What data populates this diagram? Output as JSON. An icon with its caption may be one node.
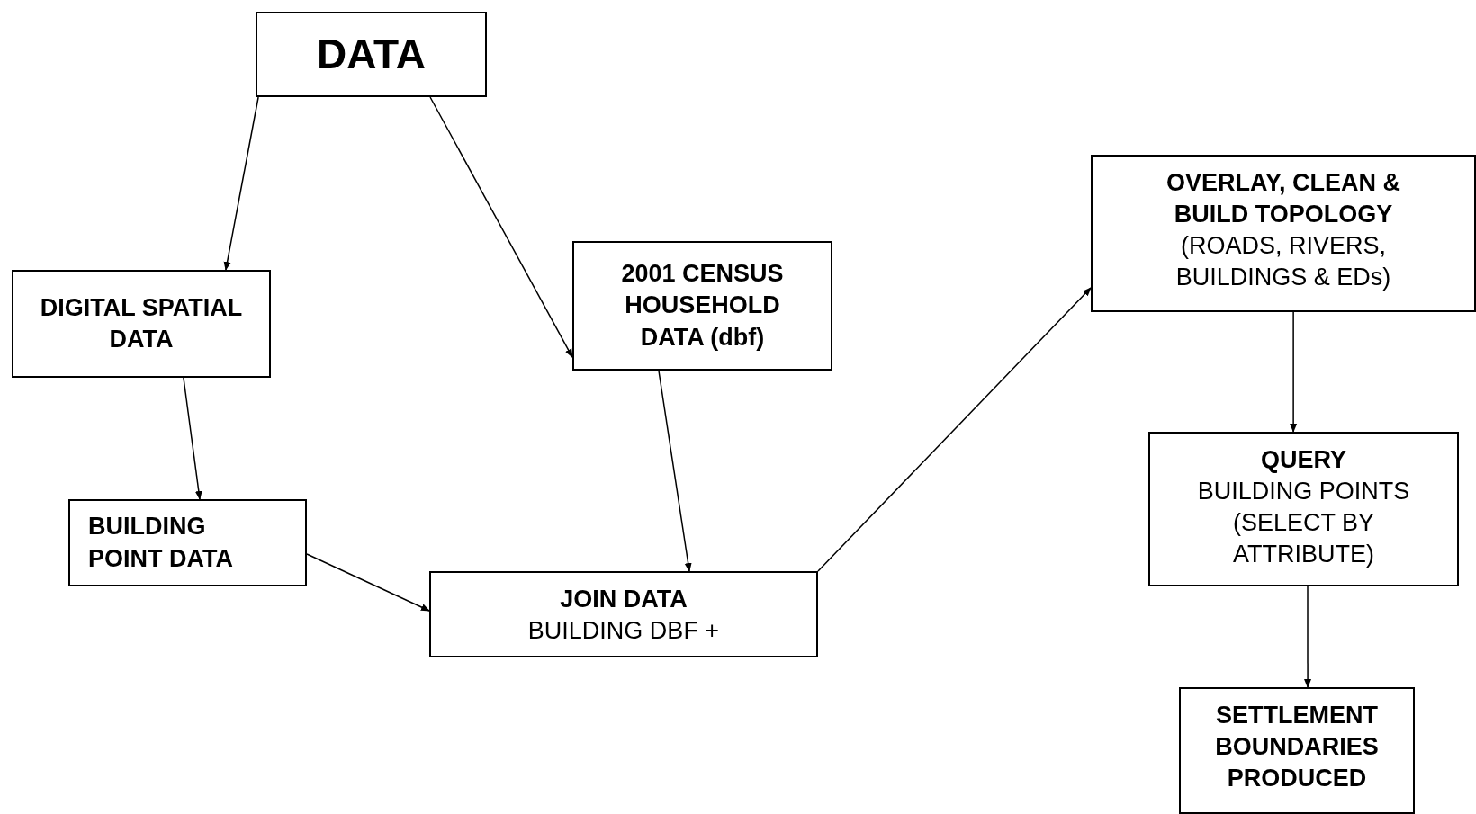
{
  "diagram": {
    "nodes": [
      {
        "text": [
          "DATA"
        ]
      },
      {
        "text": [
          "DIGITAL SPATIAL DATA"
        ]
      },
      {
        "text": [
          "2001 CENSUS HOUSEHOLD DATA (dbf)"
        ]
      },
      {
        "text": [
          "BUILDING POINT DATA"
        ]
      },
      {
        "text": [
          "JOIN DATA",
          "BUILDING DBF +"
        ]
      },
      {
        "text": [
          "OVERLAY, CLEAN & BUILD TOPOLOGY",
          "(ROADS, RIVERS, BUILDINGS & EDs)"
        ]
      },
      {
        "text": [
          "QUERY",
          "BUILDING POINTS (SELECT BY ATTRIBUTE)"
        ]
      },
      {
        "text": [
          "SETTLEMENT BOUNDARIES PRODUCED"
        ]
      }
    ],
    "edges": [
      {
        "from": 0,
        "to": 1,
        "arrow": "to"
      },
      {
        "from": 0,
        "to": 2,
        "arrow": "to"
      },
      {
        "from": 1,
        "to": 3,
        "arrow": "to"
      },
      {
        "from": 2,
        "to": 4,
        "arrow": "to"
      },
      {
        "from": 3,
        "to": 4,
        "arrow": "to"
      },
      {
        "from": 4,
        "to": 5,
        "arrow": "to"
      },
      {
        "from": 5,
        "to": 6,
        "arrow": "to"
      },
      {
        "from": 6,
        "to": 7,
        "arrow": "to"
      }
    ]
  }
}
